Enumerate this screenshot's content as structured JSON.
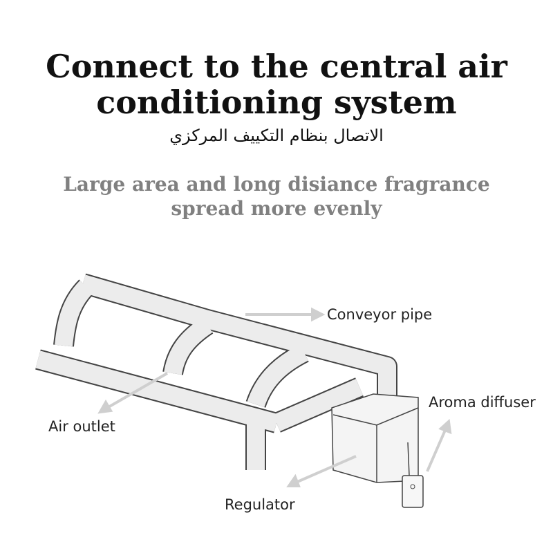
{
  "title_line1": "Connect to the central air",
  "title_line2": "conditioning system",
  "arabic_subtitle": "الاتصال بنظام التكييف المركزي",
  "subtitle_line1": "Large area and long disiance fragrance",
  "subtitle_line2": "spread more evenly",
  "labels": {
    "conveyor_pipe": "Conveyor pipe",
    "air_outlet": "Air outlet",
    "aroma_diffuser": "Aroma diffuser",
    "regulator": "Regulator"
  },
  "colors": {
    "arrow": "#cfcfcf",
    "duct_fill": "#ececec",
    "duct_outline": "#444444"
  }
}
